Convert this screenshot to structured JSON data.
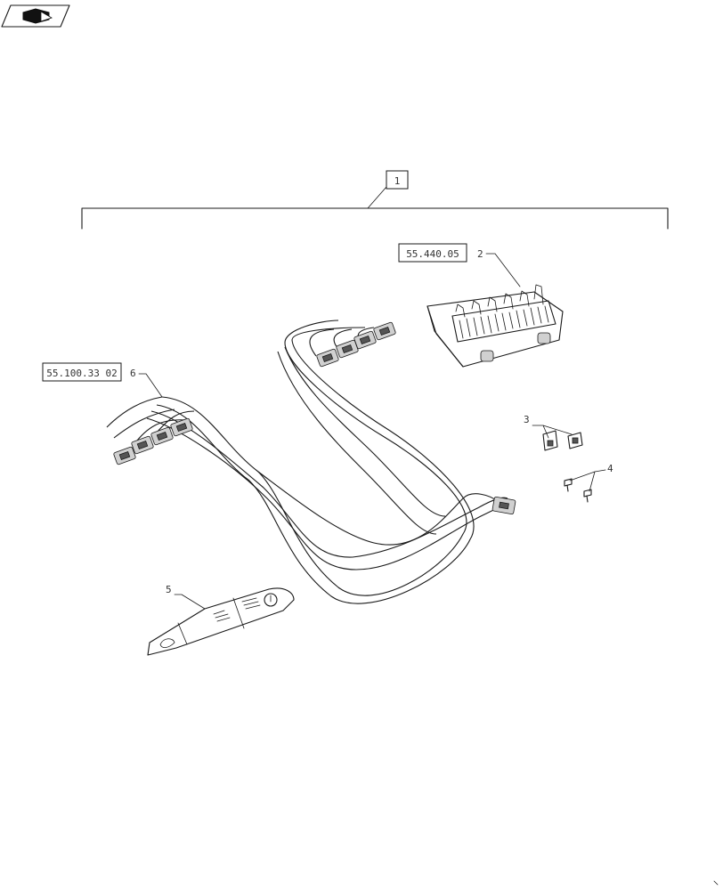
{
  "callouts": {
    "assembly": "1",
    "unit": "2",
    "clip": "3",
    "screw": "4",
    "decal": "5",
    "harness": "6"
  },
  "references": {
    "unit": "55.440.05",
    "harness": "55.100.33 02"
  }
}
